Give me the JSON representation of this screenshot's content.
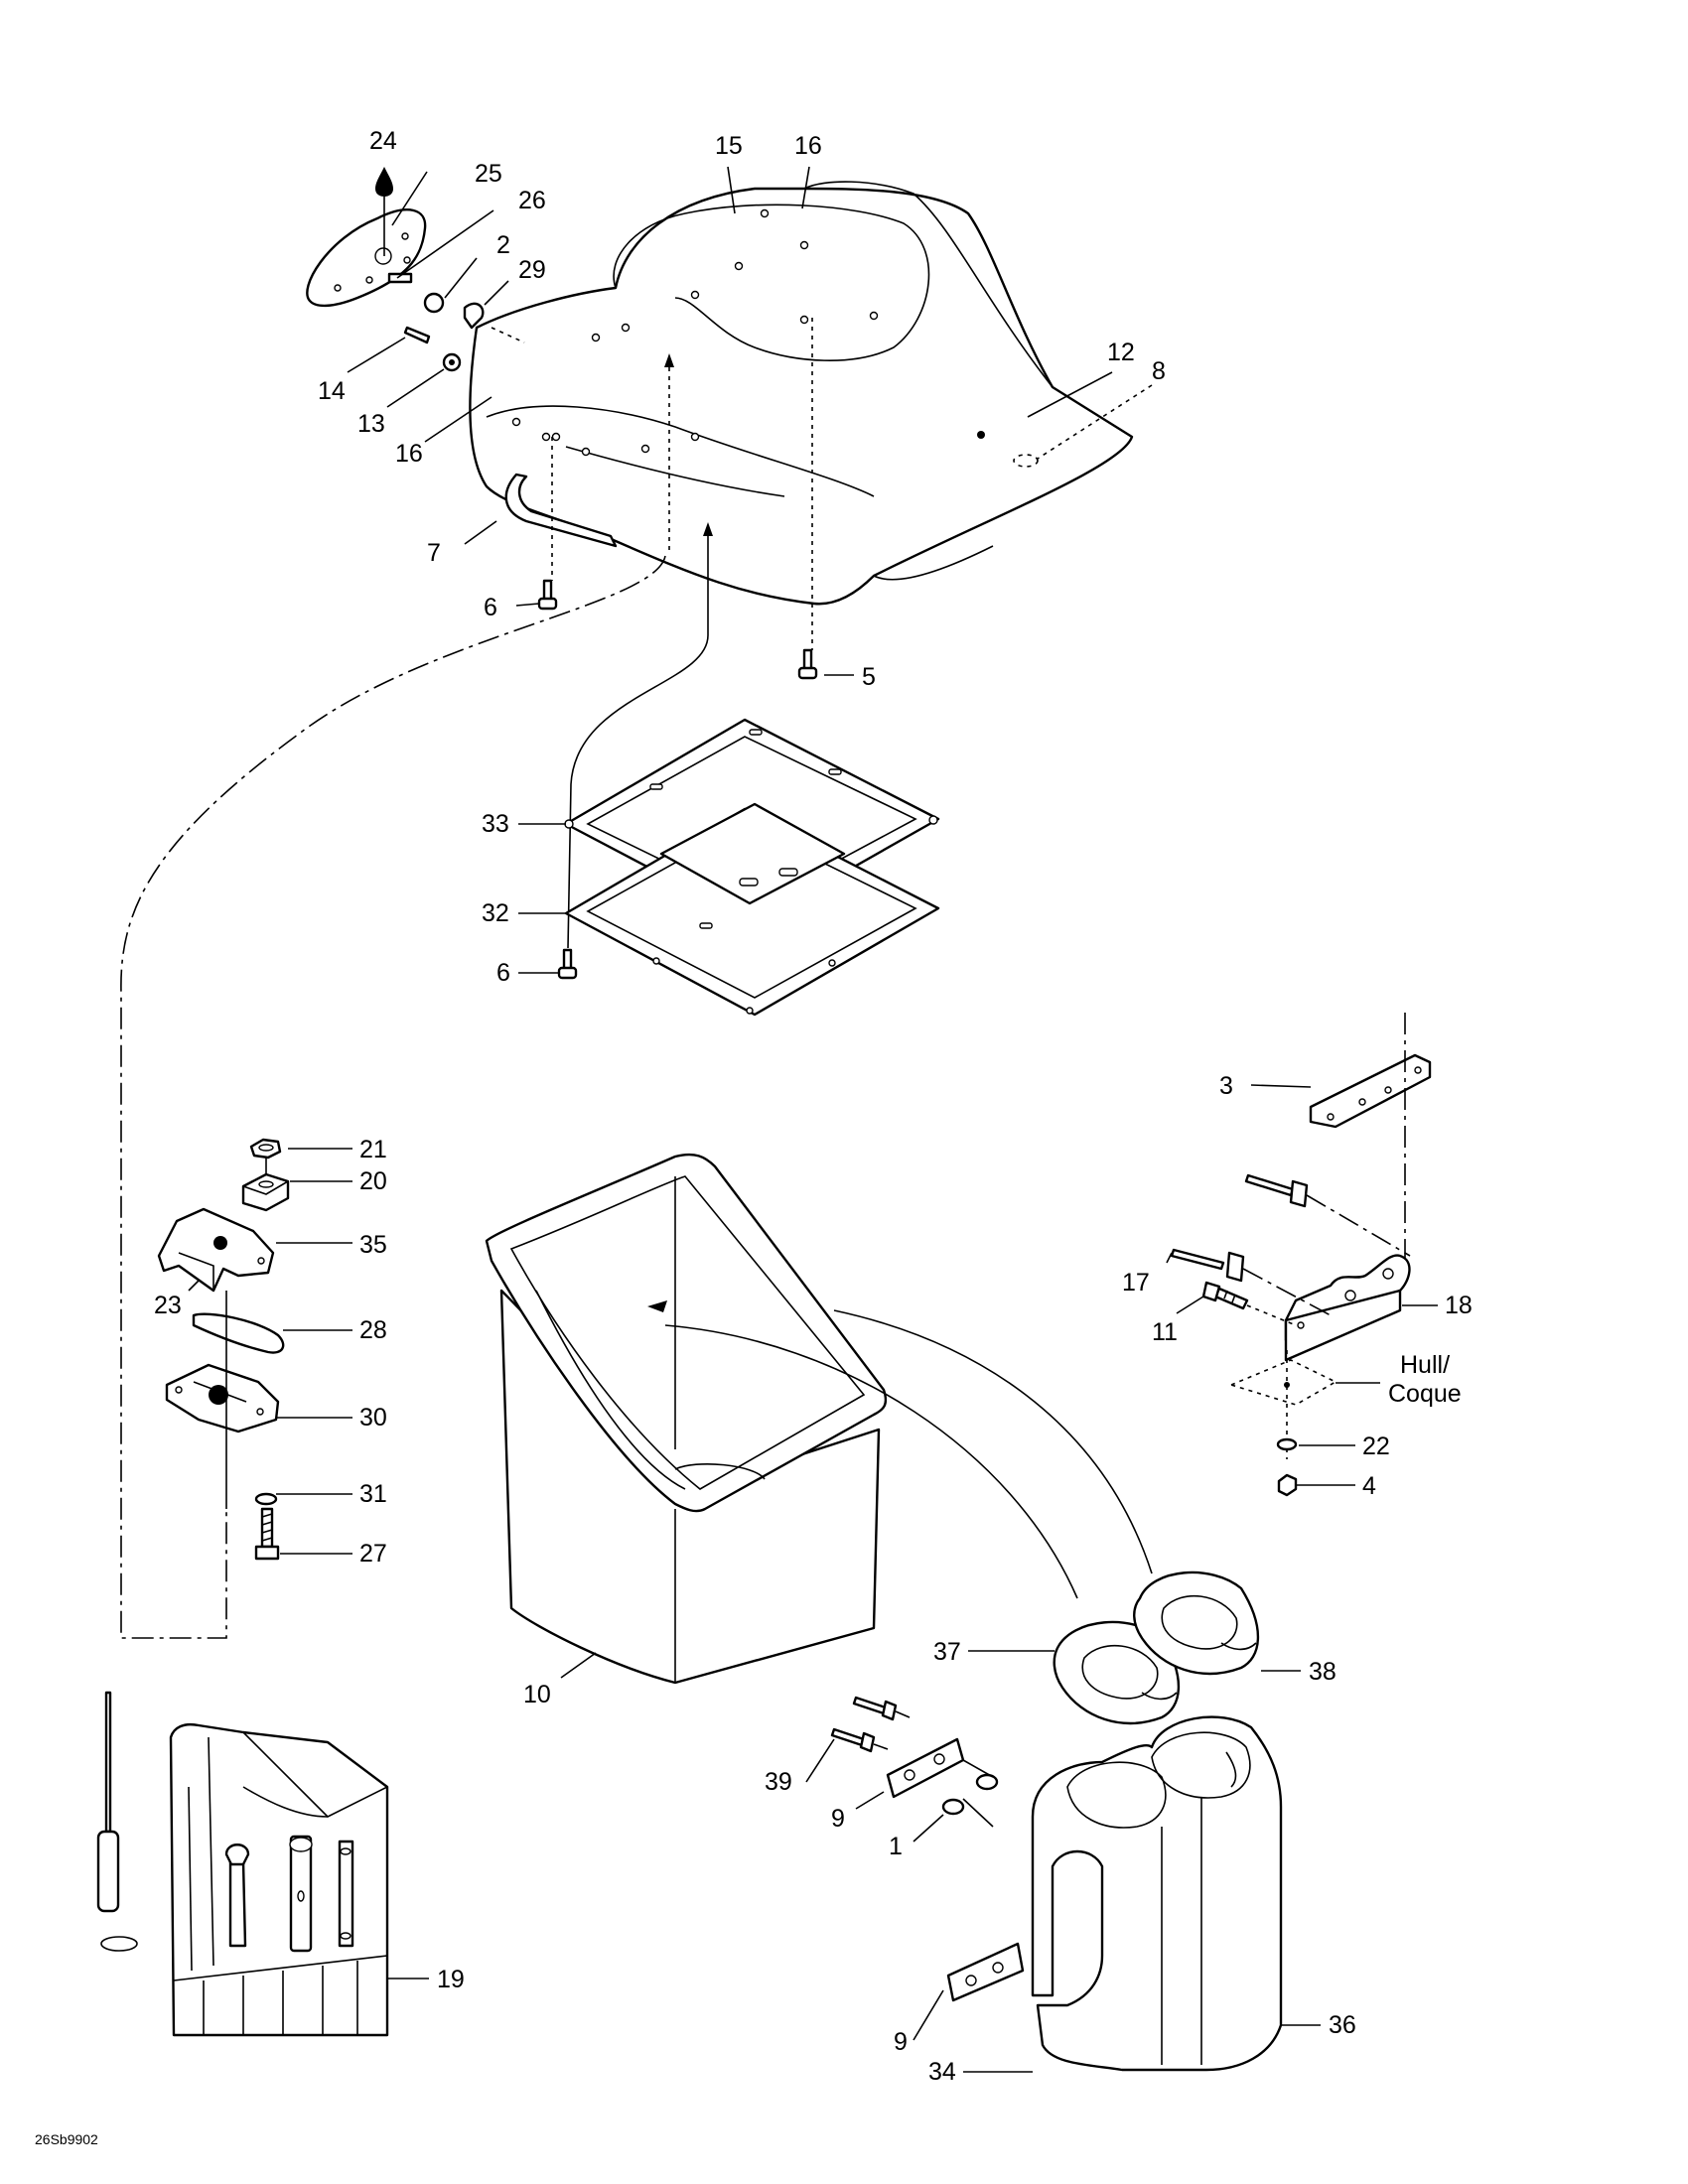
{
  "figure_code": "26Sb9902",
  "hull_label": [
    "Hull/",
    "Coque"
  ],
  "callouts": {
    "c1": "1",
    "c2": "2",
    "c3": "3",
    "c4": "4",
    "c5": "5",
    "c6a": "6",
    "c6b": "6",
    "c7": "7",
    "c8": "8",
    "c9a": "9",
    "c9b": "9",
    "c10": "10",
    "c11": "11",
    "c12": "12",
    "c13": "13",
    "c14": "14",
    "c15": "15",
    "c16a": "16",
    "c16b": "16",
    "c17": "17",
    "c18": "18",
    "c19": "19",
    "c20": "20",
    "c21": "21",
    "c22": "22",
    "c23": "23",
    "c24": "24",
    "c25": "25",
    "c26": "26",
    "c27": "27",
    "c28": "28",
    "c29": "29",
    "c30": "30",
    "c31": "31",
    "c32": "32",
    "c33": "33",
    "c34": "34",
    "c35": "35",
    "c36": "36",
    "c37": "37",
    "c38": "38",
    "c39": "39"
  }
}
